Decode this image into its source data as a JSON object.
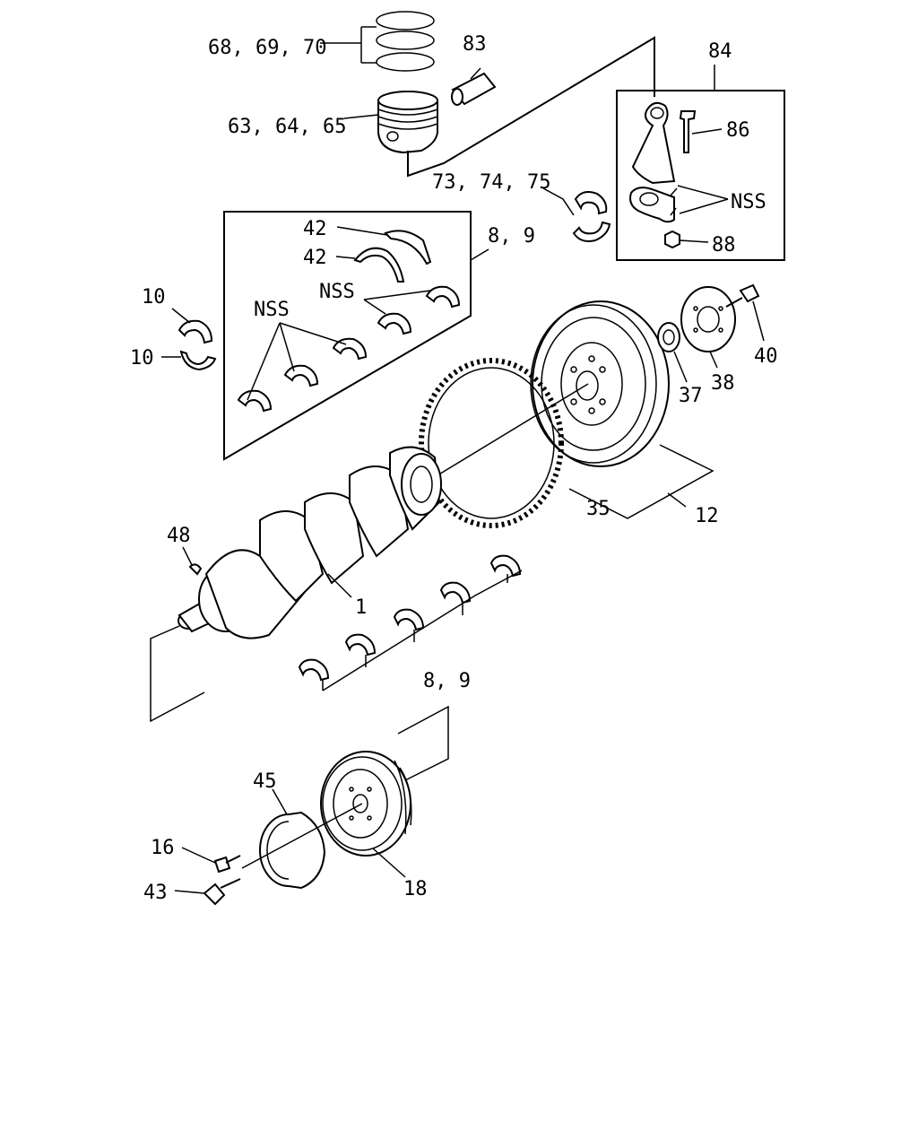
{
  "labels": {
    "rings": "68, 69, 70",
    "pin": "83",
    "rod_assembly": "84",
    "piston": "63, 64, 65",
    "rod_bolt": "86",
    "rod_bearing": "73, 74, 75",
    "rod_nss": "NSS",
    "rod_nut": "88",
    "thrust_washer_a": "42",
    "thrust_washer_b": "42",
    "main_bearing_upper": "8, 9",
    "main_nss_a": "NSS",
    "main_nss_b": "NSS",
    "bearing_10a": "10",
    "bearing_10b": "10",
    "flywheel_bolt": "40",
    "pilot_bearing": "37",
    "plate": "38",
    "ring_gear": "35",
    "flywheel": "12",
    "key": "48",
    "crankshaft": "1",
    "main_bearing_lower": "8, 9",
    "pulley": "45",
    "bolt_16": "16",
    "bolt_43": "43",
    "damper": "18"
  }
}
